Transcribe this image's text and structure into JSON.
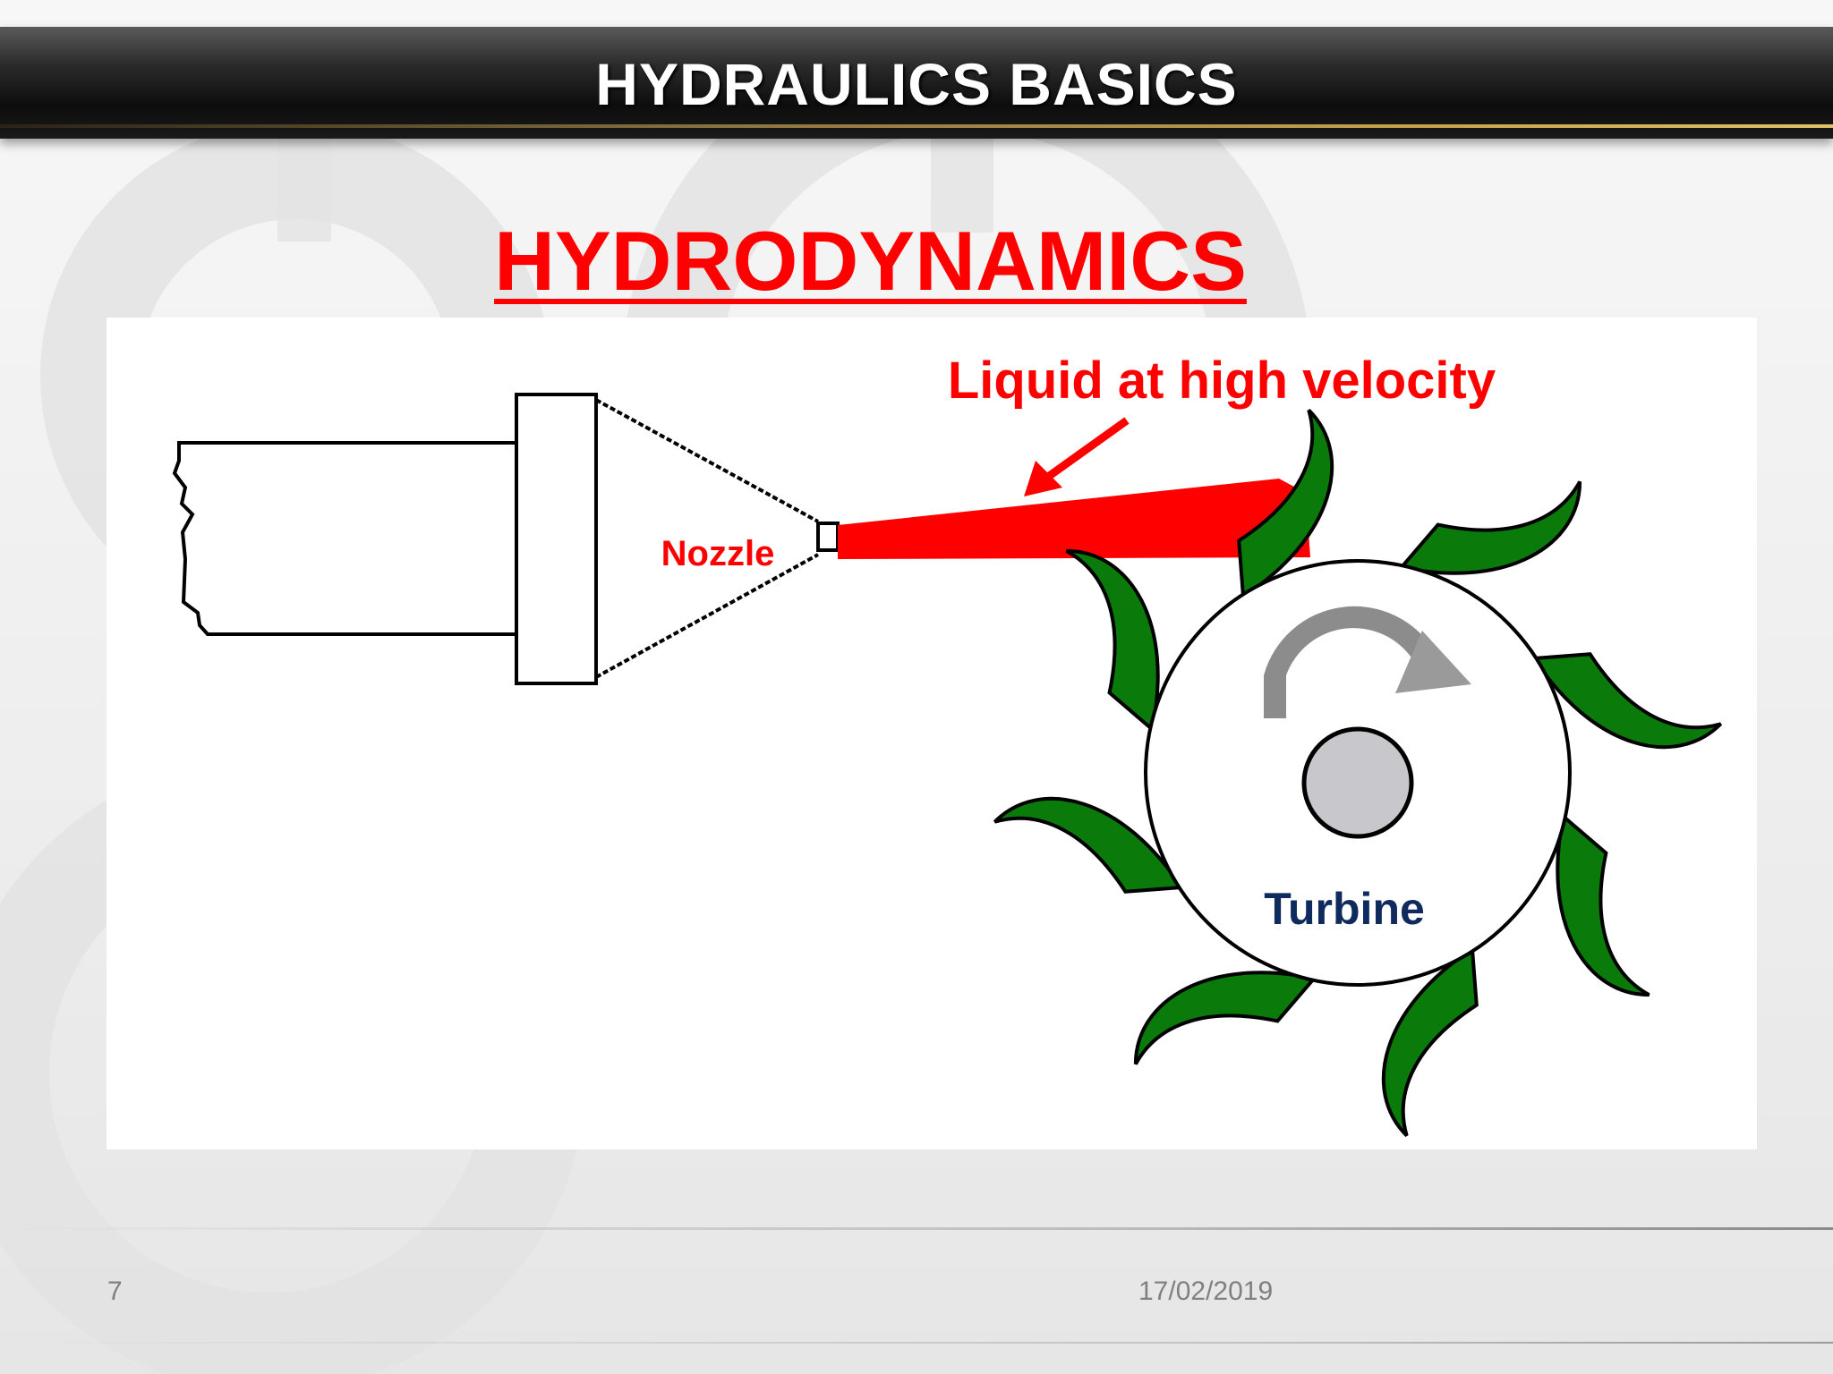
{
  "header": {
    "title": "HYDRAULICS BASICS"
  },
  "slide": {
    "title": "HYDRODYNAMICS"
  },
  "diagram": {
    "labels": {
      "liquid": "Liquid at high velocity",
      "nozzle": "Nozzle",
      "turbine": "Turbine"
    },
    "colors": {
      "jet": "#ff0000",
      "blade": "#0a7a0a",
      "hub": "#c8c8cc",
      "rotation_arrow": "#8c8c8c",
      "label_red": "#ff0000",
      "label_navy": "#0f2a5c"
    },
    "icons": {
      "rotation": "curved-arrow-clockwise-icon",
      "pointer": "arrow-pointer-icon"
    }
  },
  "footer": {
    "page_number": "7",
    "date": "17/02/2019"
  }
}
